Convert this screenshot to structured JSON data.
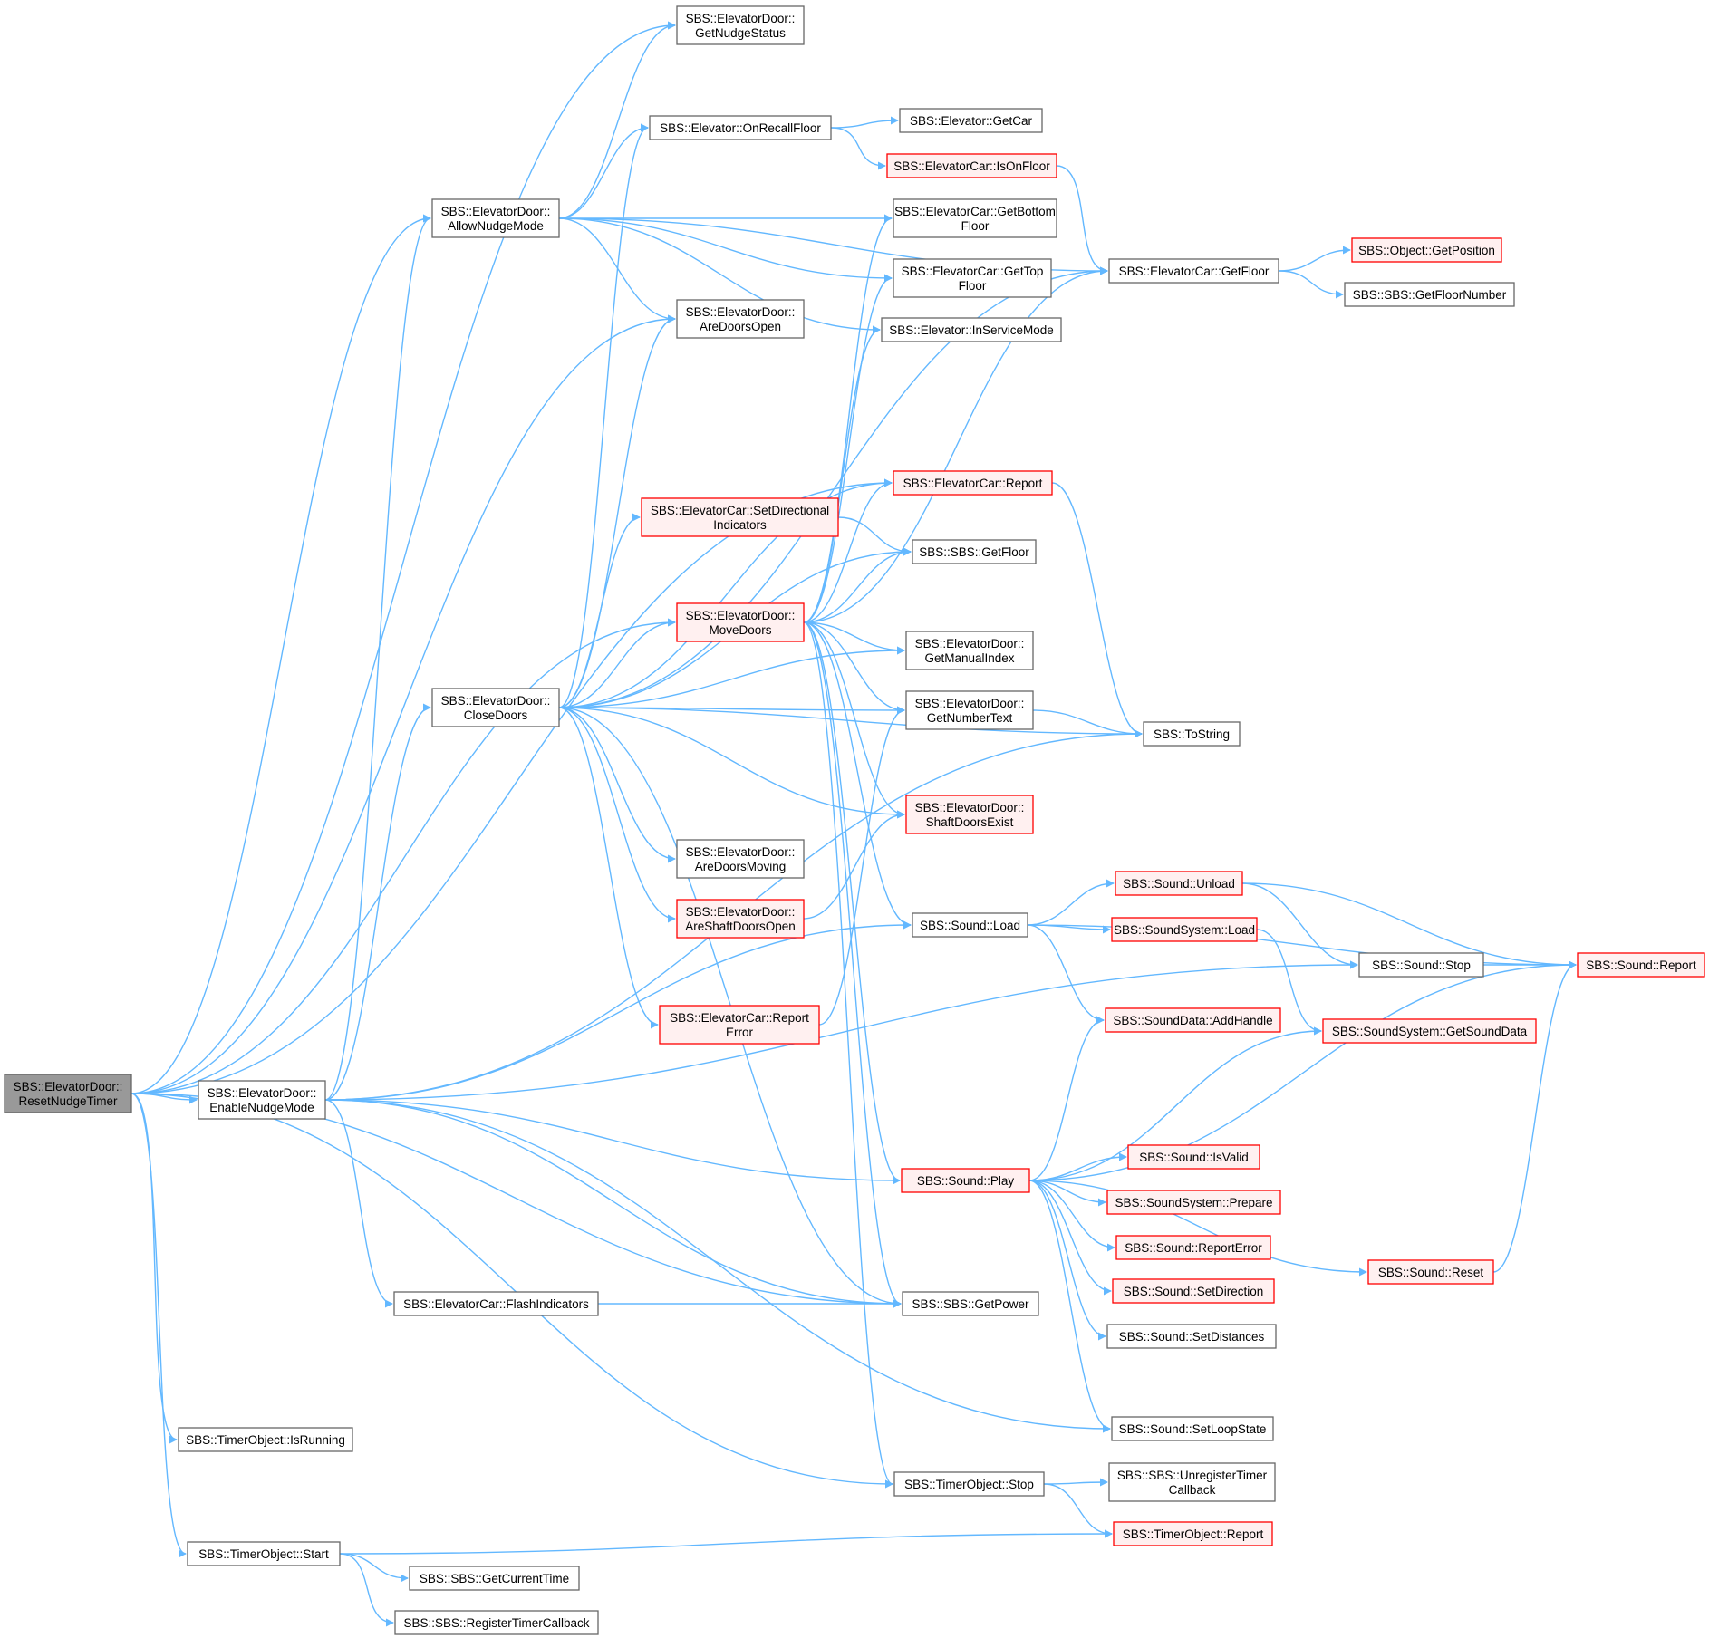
{
  "colors": {
    "edge": "#63b8ff",
    "node_border": "#666666",
    "node_fill": "#ffffff",
    "focus_fill": "#999999",
    "focus_border": "#666666",
    "red_border": "#ff0000",
    "red_fill": "#fff0f0"
  },
  "nodes": [
    {
      "id": "resetnudge",
      "lines": [
        "SBS::ElevatorDoor::",
        "ResetNudgeTimer"
      ],
      "style": "focus"
    },
    {
      "id": "getnudgestatus",
      "lines": [
        "SBS::ElevatorDoor::",
        "GetNudgeStatus"
      ],
      "style": "normal"
    },
    {
      "id": "allownudge",
      "lines": [
        "SBS::ElevatorDoor::",
        "AllowNudgeMode"
      ],
      "style": "normal"
    },
    {
      "id": "onrecall",
      "lines": [
        "SBS::Elevator::OnRecallFloor"
      ],
      "style": "normal"
    },
    {
      "id": "getcar",
      "lines": [
        "SBS::Elevator::GetCar"
      ],
      "style": "normal"
    },
    {
      "id": "isonfloor",
      "lines": [
        "SBS::ElevatorCar::IsOnFloor"
      ],
      "style": "red"
    },
    {
      "id": "getbottom",
      "lines": [
        "SBS::ElevatorCar::GetBottom",
        "Floor"
      ],
      "style": "normal"
    },
    {
      "id": "gettop",
      "lines": [
        "SBS::ElevatorCar::GetTop",
        "Floor"
      ],
      "style": "normal"
    },
    {
      "id": "carfloor",
      "lines": [
        "SBS::ElevatorCar::GetFloor"
      ],
      "style": "normal"
    },
    {
      "id": "getposition",
      "lines": [
        "SBS::Object::GetPosition"
      ],
      "style": "red"
    },
    {
      "id": "getfloornumber",
      "lines": [
        "SBS::SBS::GetFloorNumber"
      ],
      "style": "normal"
    },
    {
      "id": "aredoorsopen",
      "lines": [
        "SBS::ElevatorDoor::",
        "AreDoorsOpen"
      ],
      "style": "normal"
    },
    {
      "id": "inservice",
      "lines": [
        "SBS::Elevator::InServiceMode"
      ],
      "style": "normal"
    },
    {
      "id": "carreport",
      "lines": [
        "SBS::ElevatorCar::Report"
      ],
      "style": "red"
    },
    {
      "id": "setdir",
      "lines": [
        "SBS::ElevatorCar::SetDirectional",
        "Indicators"
      ],
      "style": "red"
    },
    {
      "id": "sbsgetfloor",
      "lines": [
        "SBS::SBS::GetFloor"
      ],
      "style": "normal"
    },
    {
      "id": "movedoors",
      "lines": [
        "SBS::ElevatorDoor::",
        "MoveDoors"
      ],
      "style": "red"
    },
    {
      "id": "getmanual",
      "lines": [
        "SBS::ElevatorDoor::",
        "GetManualIndex"
      ],
      "style": "normal"
    },
    {
      "id": "closedoors",
      "lines": [
        "SBS::ElevatorDoor::",
        "CloseDoors"
      ],
      "style": "normal"
    },
    {
      "id": "getnumbertext",
      "lines": [
        "SBS::ElevatorDoor::",
        "GetNumberText"
      ],
      "style": "normal"
    },
    {
      "id": "tostring",
      "lines": [
        "SBS::ToString"
      ],
      "style": "normal"
    },
    {
      "id": "shaftexist",
      "lines": [
        "SBS::ElevatorDoor::",
        "ShaftDoorsExist"
      ],
      "style": "red"
    },
    {
      "id": "aremoving",
      "lines": [
        "SBS::ElevatorDoor::",
        "AreDoorsMoving"
      ],
      "style": "normal"
    },
    {
      "id": "areshaftopen",
      "lines": [
        "SBS::ElevatorDoor::",
        "AreShaftDoorsOpen"
      ],
      "style": "red"
    },
    {
      "id": "soundunload",
      "lines": [
        "SBS::Sound::Unload"
      ],
      "style": "red"
    },
    {
      "id": "soundload",
      "lines": [
        "SBS::Sound::Load"
      ],
      "style": "normal"
    },
    {
      "id": "sslload",
      "lines": [
        "SBS::SoundSystem::Load"
      ],
      "style": "red"
    },
    {
      "id": "soundstop",
      "lines": [
        "SBS::Sound::Stop"
      ],
      "style": "normal"
    },
    {
      "id": "soundreport",
      "lines": [
        "SBS::Sound::Report"
      ],
      "style": "red"
    },
    {
      "id": "carreporterror",
      "lines": [
        "SBS::ElevatorCar::Report",
        "Error"
      ],
      "style": "red"
    },
    {
      "id": "addhandle",
      "lines": [
        "SBS::SoundData::AddHandle"
      ],
      "style": "red"
    },
    {
      "id": "getsounddata",
      "lines": [
        "SBS::SoundSystem::GetSoundData"
      ],
      "style": "red"
    },
    {
      "id": "enablenudge",
      "lines": [
        "SBS::ElevatorDoor::",
        "EnableNudgeMode"
      ],
      "style": "normal"
    },
    {
      "id": "isvalid",
      "lines": [
        "SBS::Sound::IsValid"
      ],
      "style": "red"
    },
    {
      "id": "soundplay",
      "lines": [
        "SBS::Sound::Play"
      ],
      "style": "red"
    },
    {
      "id": "prepare",
      "lines": [
        "SBS::SoundSystem::Prepare"
      ],
      "style": "red"
    },
    {
      "id": "soundreporterror",
      "lines": [
        "SBS::Sound::ReportError"
      ],
      "style": "red"
    },
    {
      "id": "setdirection",
      "lines": [
        "SBS::Sound::SetDirection"
      ],
      "style": "red"
    },
    {
      "id": "soundreset",
      "lines": [
        "SBS::Sound::Reset"
      ],
      "style": "red"
    },
    {
      "id": "flash",
      "lines": [
        "SBS::ElevatorCar::FlashIndicators"
      ],
      "style": "normal"
    },
    {
      "id": "getpower",
      "lines": [
        "SBS::SBS::GetPower"
      ],
      "style": "normal"
    },
    {
      "id": "setdistances",
      "lines": [
        "SBS::Sound::SetDistances"
      ],
      "style": "normal"
    },
    {
      "id": "setloop",
      "lines": [
        "SBS::Sound::SetLoopState"
      ],
      "style": "normal"
    },
    {
      "id": "isrunning",
      "lines": [
        "SBS::TimerObject::IsRunning"
      ],
      "style": "normal"
    },
    {
      "id": "timerstop",
      "lines": [
        "SBS::TimerObject::Stop"
      ],
      "style": "normal"
    },
    {
      "id": "unregister",
      "lines": [
        "SBS::SBS::UnregisterTimer",
        "Callback"
      ],
      "style": "normal"
    },
    {
      "id": "timerreport",
      "lines": [
        "SBS::TimerObject::Report"
      ],
      "style": "red"
    },
    {
      "id": "timerstart",
      "lines": [
        "SBS::TimerObject::Start"
      ],
      "style": "normal"
    },
    {
      "id": "getcurrenttime",
      "lines": [
        "SBS::SBS::GetCurrentTime"
      ],
      "style": "normal"
    },
    {
      "id": "register",
      "lines": [
        "SBS::SBS::RegisterTimerCallback"
      ],
      "style": "normal"
    }
  ],
  "edges": [
    [
      "resetnudge",
      "getnudgestatus"
    ],
    [
      "resetnudge",
      "allownudge"
    ],
    [
      "resetnudge",
      "aredoorsopen"
    ],
    [
      "resetnudge",
      "carreport"
    ],
    [
      "resetnudge",
      "movedoors"
    ],
    [
      "resetnudge",
      "enablenudge"
    ],
    [
      "resetnudge",
      "getpower"
    ],
    [
      "resetnudge",
      "isrunning"
    ],
    [
      "resetnudge",
      "timerstop"
    ],
    [
      "resetnudge",
      "timerstart"
    ],
    [
      "allownudge",
      "getnudgestatus"
    ],
    [
      "allownudge",
      "onrecall"
    ],
    [
      "allownudge",
      "carfloor"
    ],
    [
      "allownudge",
      "getbottom"
    ],
    [
      "allownudge",
      "gettop"
    ],
    [
      "allownudge",
      "inservice"
    ],
    [
      "allownudge",
      "aredoorsopen"
    ],
    [
      "onrecall",
      "getcar"
    ],
    [
      "onrecall",
      "isonfloor"
    ],
    [
      "isonfloor",
      "carfloor"
    ],
    [
      "carfloor",
      "getposition"
    ],
    [
      "carfloor",
      "getfloornumber"
    ],
    [
      "carreport",
      "tostring"
    ],
    [
      "setdir",
      "sbsgetfloor"
    ],
    [
      "movedoors",
      "getbottom"
    ],
    [
      "movedoors",
      "gettop"
    ],
    [
      "movedoors",
      "inservice"
    ],
    [
      "movedoors",
      "carreport"
    ],
    [
      "movedoors",
      "sbsgetfloor"
    ],
    [
      "movedoors",
      "carfloor"
    ],
    [
      "movedoors",
      "getmanual"
    ],
    [
      "movedoors",
      "getnumbertext"
    ],
    [
      "movedoors",
      "shaftexist"
    ],
    [
      "movedoors",
      "soundload"
    ],
    [
      "movedoors",
      "soundplay"
    ],
    [
      "movedoors",
      "getpower"
    ],
    [
      "movedoors",
      "timerstop"
    ],
    [
      "closedoors",
      "onrecall"
    ],
    [
      "closedoors",
      "aredoorsopen"
    ],
    [
      "closedoors",
      "carfloor"
    ],
    [
      "closedoors",
      "carreport"
    ],
    [
      "closedoors",
      "setdir"
    ],
    [
      "closedoors",
      "sbsgetfloor"
    ],
    [
      "closedoors",
      "movedoors"
    ],
    [
      "closedoors",
      "getmanual"
    ],
    [
      "closedoors",
      "getnumbertext"
    ],
    [
      "closedoors",
      "tostring"
    ],
    [
      "closedoors",
      "shaftexist"
    ],
    [
      "closedoors",
      "aremoving"
    ],
    [
      "closedoors",
      "areshaftopen"
    ],
    [
      "closedoors",
      "carreporterror"
    ],
    [
      "closedoors",
      "getpower"
    ],
    [
      "getnumbertext",
      "tostring"
    ],
    [
      "areshaftopen",
      "shaftexist"
    ],
    [
      "carreporterror",
      "getnumbertext"
    ],
    [
      "soundload",
      "soundreport"
    ],
    [
      "soundload",
      "soundunload"
    ],
    [
      "soundload",
      "sslload"
    ],
    [
      "soundload",
      "addhandle"
    ],
    [
      "soundunload",
      "soundstop"
    ],
    [
      "soundunload",
      "soundreport"
    ],
    [
      "soundstop",
      "soundreport"
    ],
    [
      "sslload",
      "getsounddata"
    ],
    [
      "enablenudge",
      "allownudge"
    ],
    [
      "enablenudge",
      "closedoors"
    ],
    [
      "enablenudge",
      "tostring"
    ],
    [
      "enablenudge",
      "soundload"
    ],
    [
      "enablenudge",
      "soundstop"
    ],
    [
      "enablenudge",
      "soundplay"
    ],
    [
      "enablenudge",
      "setloop"
    ],
    [
      "enablenudge",
      "flash"
    ],
    [
      "enablenudge",
      "getpower"
    ],
    [
      "soundplay",
      "addhandle"
    ],
    [
      "soundplay",
      "getsounddata"
    ],
    [
      "soundplay",
      "soundreport"
    ],
    [
      "soundplay",
      "isvalid"
    ],
    [
      "soundplay",
      "prepare"
    ],
    [
      "soundplay",
      "soundreporterror"
    ],
    [
      "soundplay",
      "setdirection"
    ],
    [
      "soundplay",
      "setdistances"
    ],
    [
      "soundplay",
      "setloop"
    ],
    [
      "soundplay",
      "soundreset"
    ],
    [
      "soundreset",
      "soundreport"
    ],
    [
      "flash",
      "getpower"
    ],
    [
      "timerstop",
      "unregister"
    ],
    [
      "timerstop",
      "timerreport"
    ],
    [
      "timerstart",
      "timerreport"
    ],
    [
      "timerstart",
      "getcurrenttime"
    ],
    [
      "timerstart",
      "register"
    ]
  ]
}
